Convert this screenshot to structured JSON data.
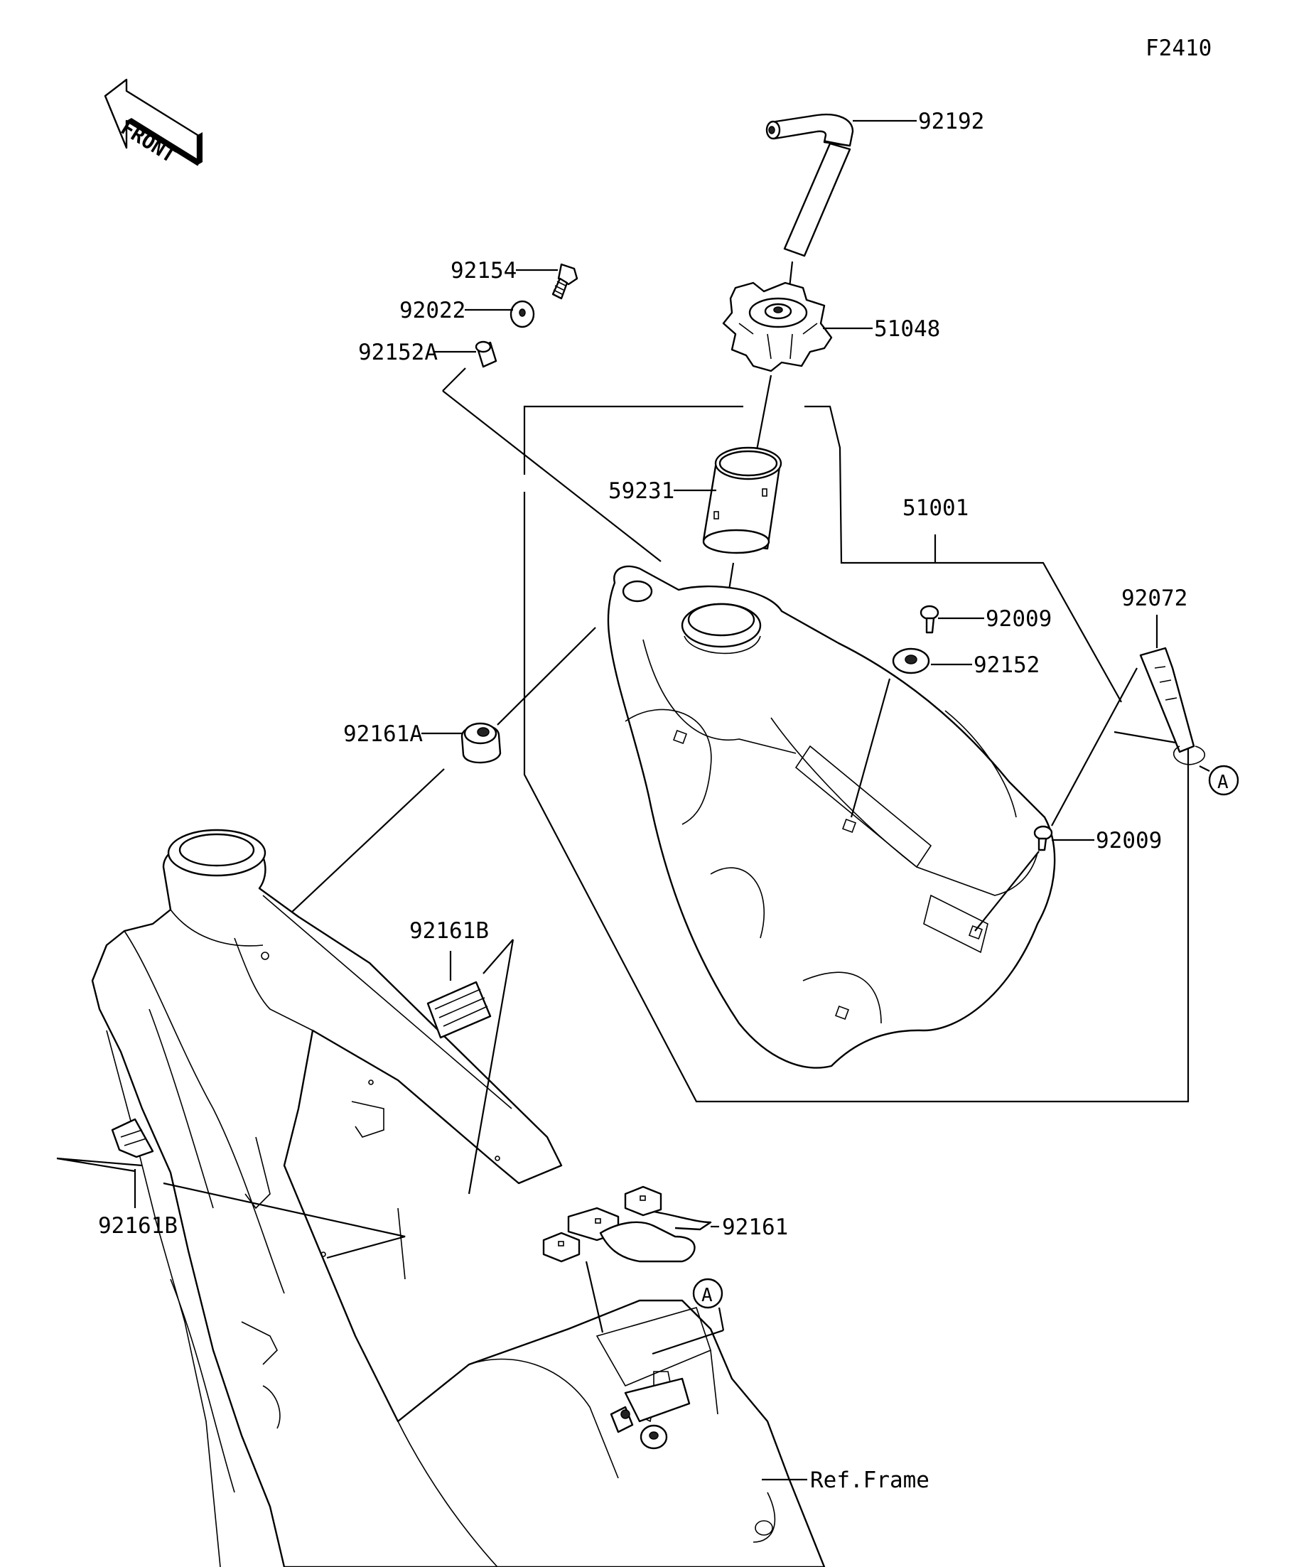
{
  "figure_code": "F2410",
  "front_indicator": "FRONT",
  "parts": [
    {
      "id": "p92192",
      "number": "92192"
    },
    {
      "id": "p92154",
      "number": "92154"
    },
    {
      "id": "p92022",
      "number": "92022"
    },
    {
      "id": "p92152A",
      "number": "92152A"
    },
    {
      "id": "p51048",
      "number": "51048"
    },
    {
      "id": "p59231",
      "number": "59231"
    },
    {
      "id": "p51001",
      "number": "51001"
    },
    {
      "id": "p92072",
      "number": "92072"
    },
    {
      "id": "p92009a",
      "number": "92009"
    },
    {
      "id": "p92152",
      "number": "92152"
    },
    {
      "id": "p92161A",
      "number": "92161A"
    },
    {
      "id": "p92009b",
      "number": "92009"
    },
    {
      "id": "p92161B_top",
      "number": "92161B"
    },
    {
      "id": "p92161B_left",
      "number": "92161B"
    },
    {
      "id": "p92161",
      "number": "92161"
    }
  ],
  "reference_marks": {
    "upper": "A",
    "lower": "A"
  },
  "ref_frame": "Ref.Frame"
}
